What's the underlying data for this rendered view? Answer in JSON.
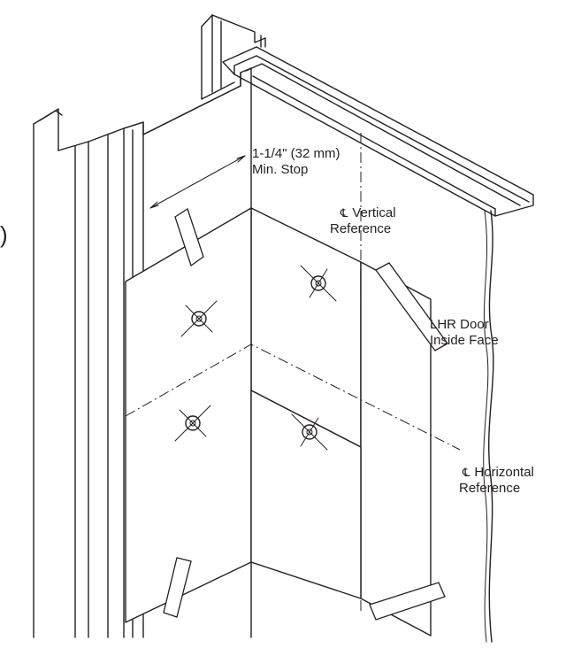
{
  "diagram": {
    "labels": {
      "min_stop_line1": "1-1/4\" (32 mm)",
      "min_stop_line2": "Min. Stop",
      "vertical_symbol": "℄",
      "vertical_line1": "Vertical",
      "vertical_line2": "Reference",
      "door_line1": "LHR Door",
      "door_line2": "Inside Face",
      "horizontal_symbol": "℄",
      "horizontal_line1": "Horizontal",
      "horizontal_line2": "Reference",
      "edge_paren": ")"
    },
    "colors": {
      "ink": "#231f20",
      "background": "#ffffff"
    }
  }
}
